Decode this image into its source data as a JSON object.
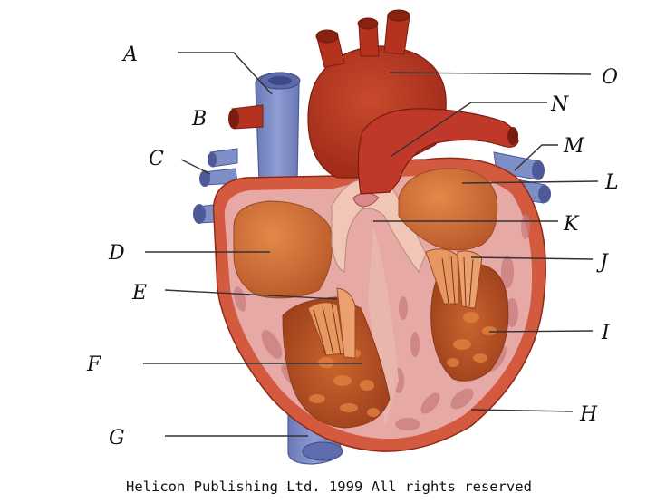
{
  "diagram": {
    "labels": {
      "A": "A",
      "B": "B",
      "C": "C",
      "D": "D",
      "E": "E",
      "F": "F",
      "G": "G",
      "H": "H",
      "I": "I",
      "J": "J",
      "K": "K",
      "L": "L",
      "M": "M",
      "N": "N",
      "O": "O"
    },
    "credit": "Helicon Publishing Ltd. 1999 All rights reserved"
  },
  "colors": {
    "aorta": "#b5321f",
    "pulmonary_artery": "#c0382a",
    "vein_blue": "#7e8ec6",
    "chamber_orange": "#cf6e35",
    "muscle_pink": "#e6a9a6",
    "septum_light": "#f2c6b6"
  }
}
